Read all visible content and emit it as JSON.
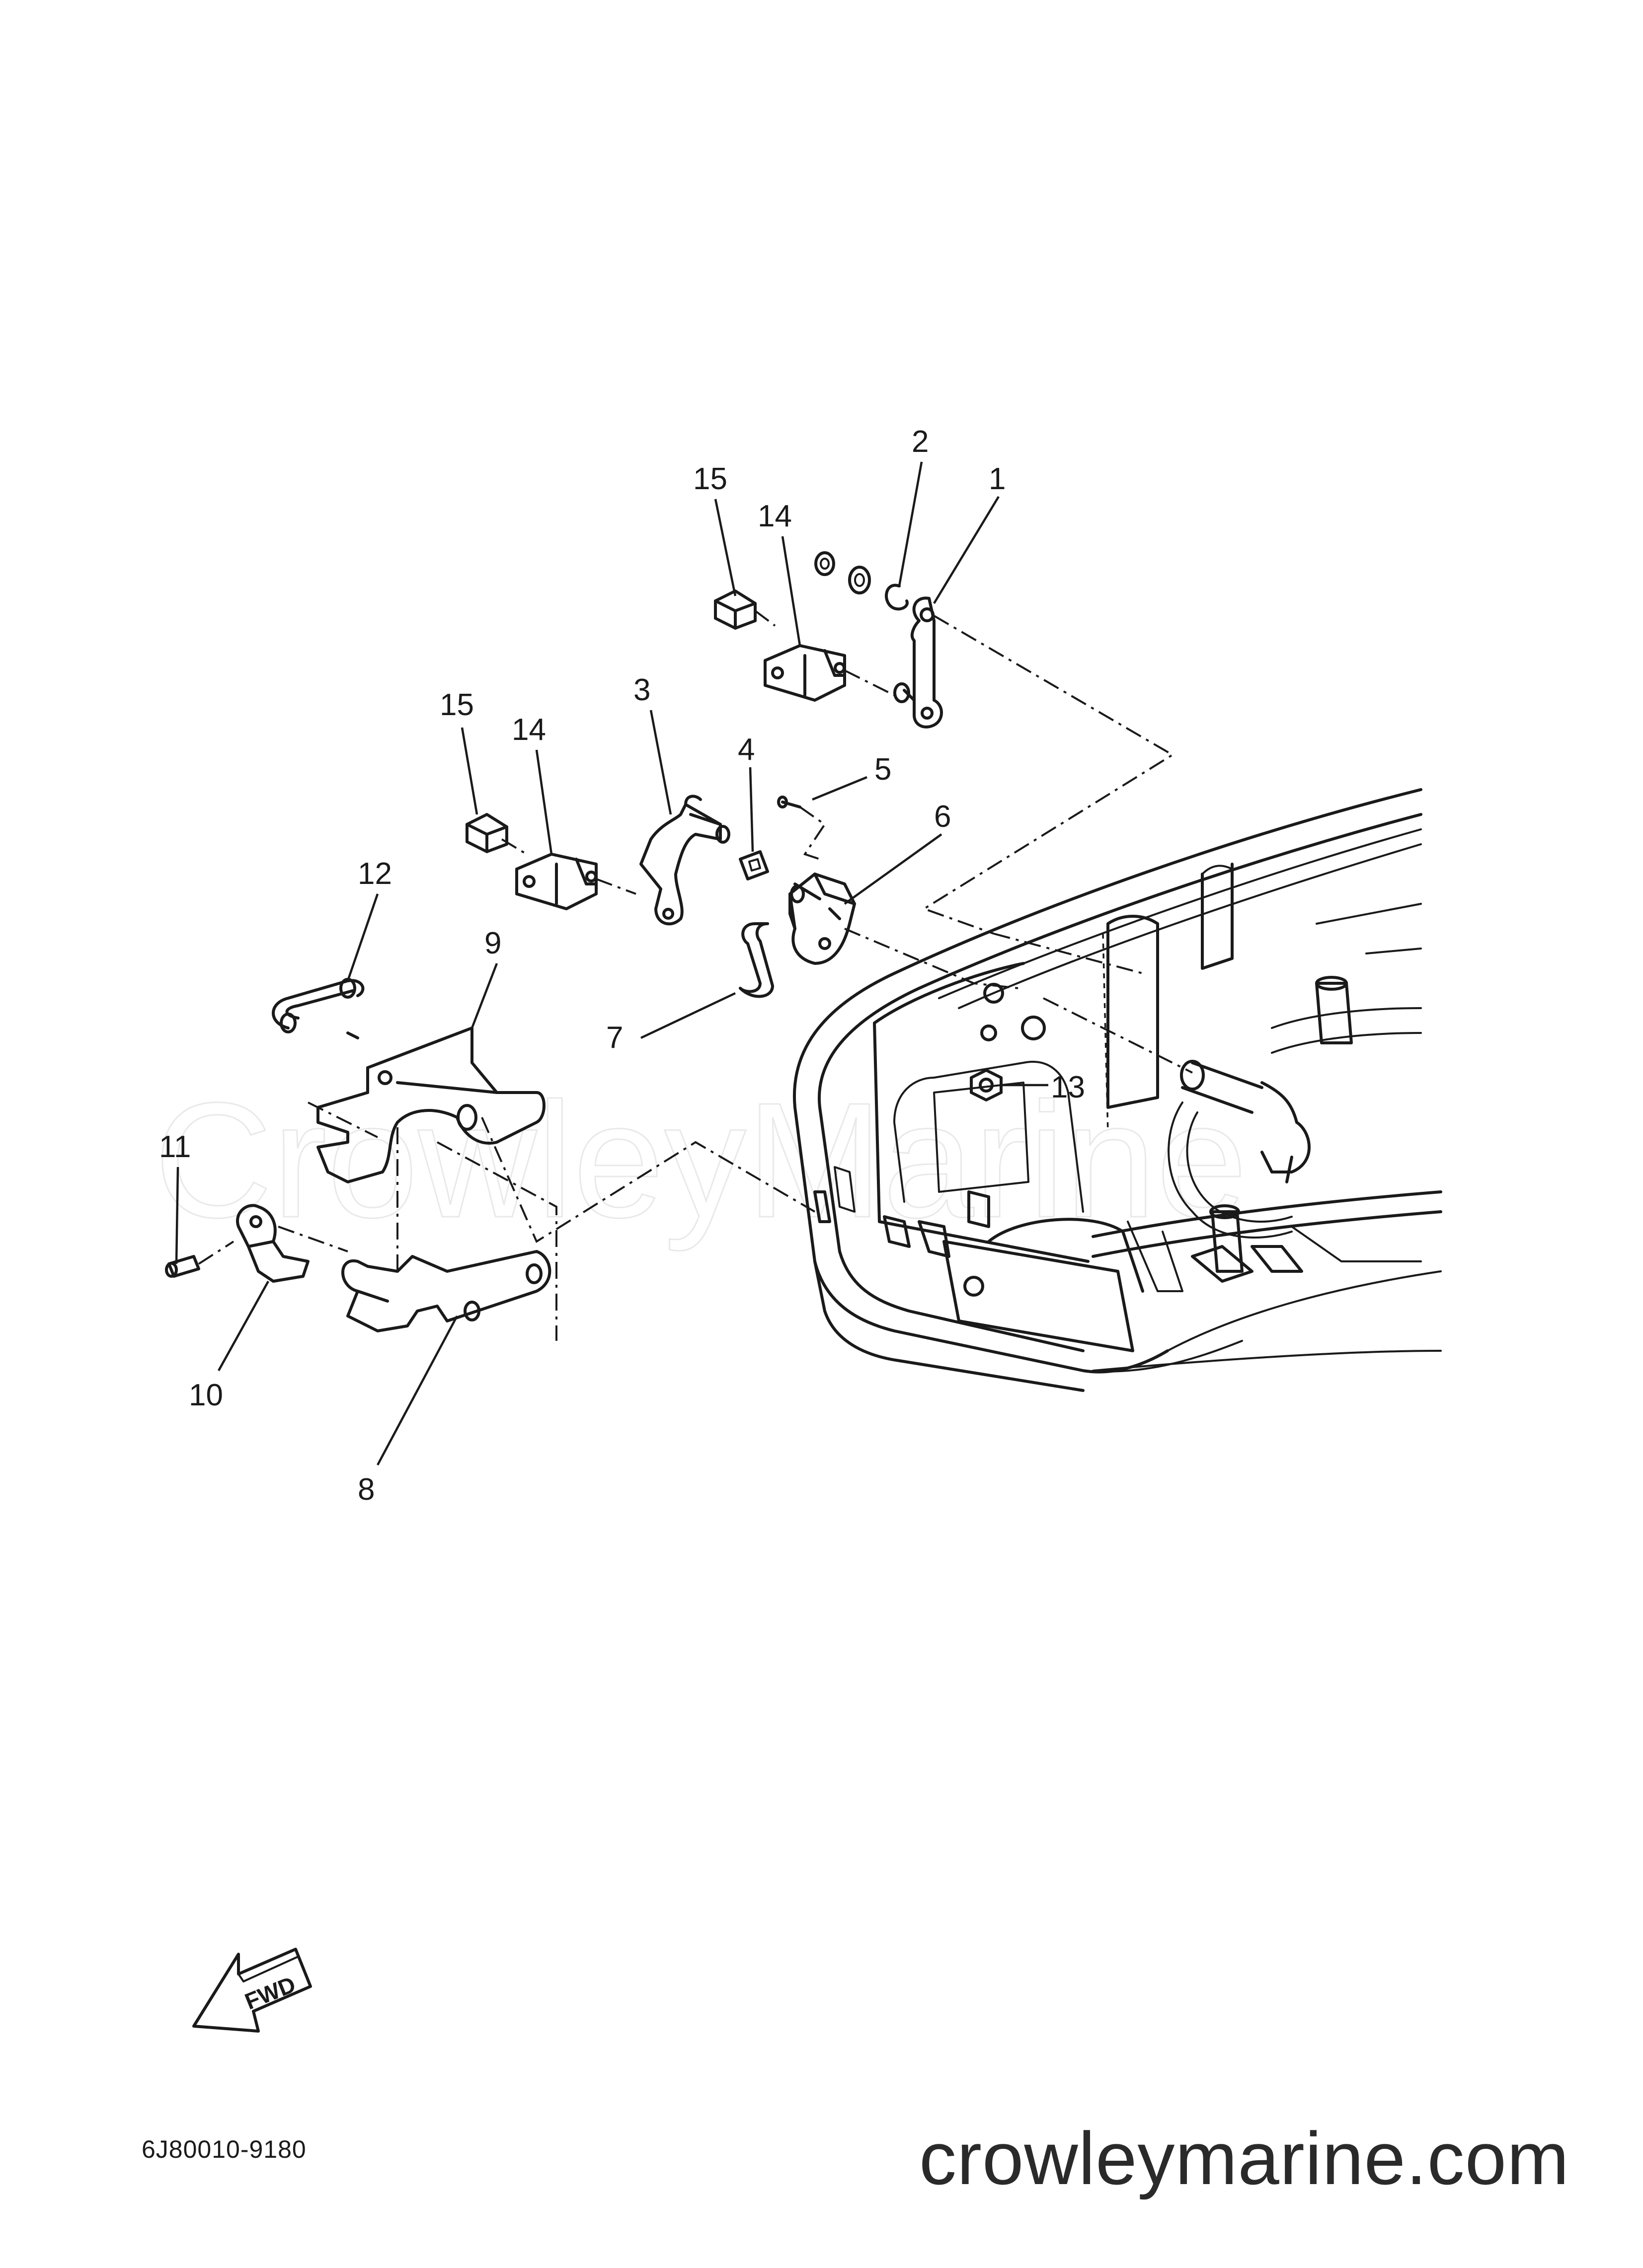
{
  "callouts": [
    {
      "id": "1",
      "label": "1"
    },
    {
      "id": "2",
      "label": "2"
    },
    {
      "id": "3",
      "label": "3"
    },
    {
      "id": "4",
      "label": "4"
    },
    {
      "id": "5",
      "label": "5"
    },
    {
      "id": "6",
      "label": "6"
    },
    {
      "id": "7",
      "label": "7"
    },
    {
      "id": "8",
      "label": "8"
    },
    {
      "id": "9",
      "label": "9"
    },
    {
      "id": "10",
      "label": "10"
    },
    {
      "id": "11",
      "label": "11"
    },
    {
      "id": "12",
      "label": "12"
    },
    {
      "id": "13",
      "label": "13"
    },
    {
      "id": "14a",
      "label": "14"
    },
    {
      "id": "14b",
      "label": "14"
    },
    {
      "id": "15a",
      "label": "15"
    },
    {
      "id": "15b",
      "label": "15"
    }
  ],
  "fwd_arrow": {
    "label": "FWD",
    "icon": "fwd-arrow-icon"
  },
  "diagram_code": "6J80010-9180",
  "watermark": "CrowleyMarine",
  "website": "crowleymarine.com"
}
